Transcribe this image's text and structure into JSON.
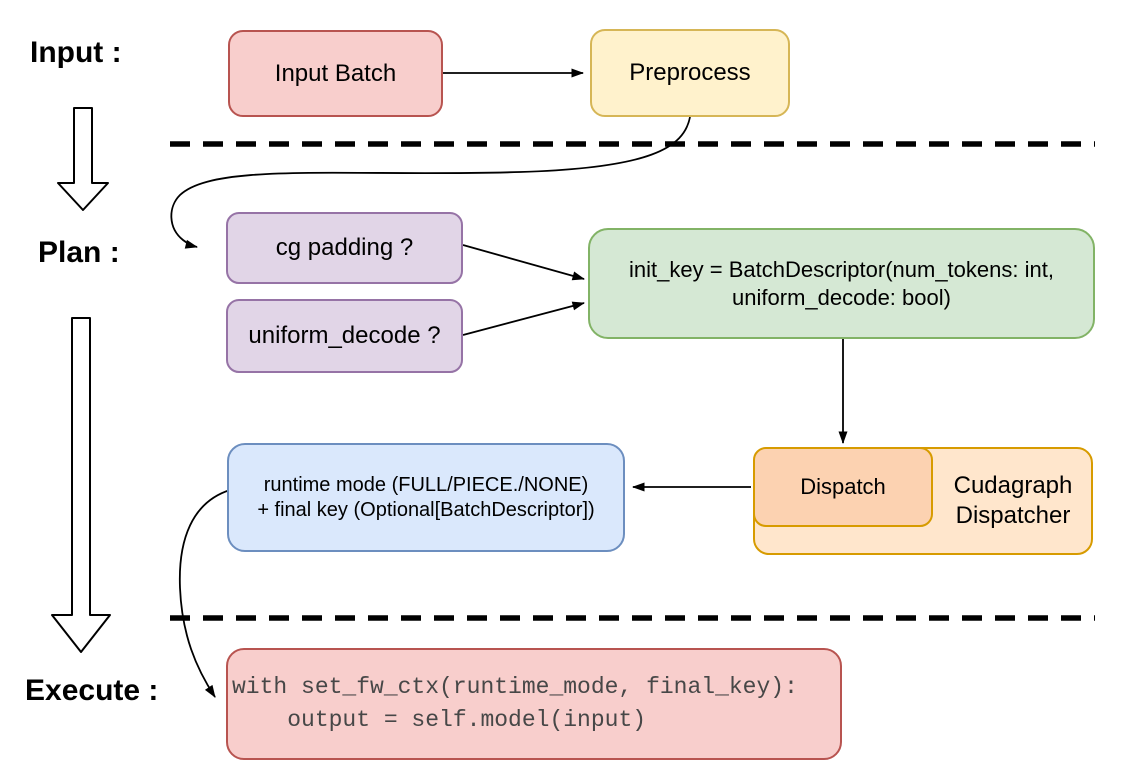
{
  "labels": {
    "input": "Input :",
    "plan": "Plan :",
    "execute": "Execute :"
  },
  "nodes": {
    "input_batch": {
      "label": "Input Batch",
      "fill": "#f8cecc",
      "stroke": "#b85450"
    },
    "preprocess": {
      "label": "Preprocess",
      "fill": "#fff2cc",
      "stroke": "#d6b656"
    },
    "cg_padding": {
      "label": "cg padding ?",
      "fill": "#e1d5e7",
      "stroke": "#9673a6"
    },
    "uniform_decode": {
      "label": "uniform_decode ?",
      "fill": "#e1d5e7",
      "stroke": "#9673a6"
    },
    "init_key": {
      "line1": "init_key = BatchDescriptor(num_tokens: int,",
      "line2": "uniform_decode: bool)",
      "fill": "#d5e8d4",
      "stroke": "#82b366"
    },
    "dispatch": {
      "label": "Dispatch",
      "fill": "#fcd2b1",
      "stroke": "#d79b00"
    },
    "cudagraph_dispatcher": {
      "line1": "Cudagraph",
      "line2": "Dispatcher",
      "fill": "#ffe6cc",
      "stroke": "#d79b00"
    },
    "runtime_mode_key": {
      "line1": "runtime mode (FULL/PIECE./NONE)",
      "line2": "+ final key (Optional[BatchDescriptor])",
      "fill": "#dae8fc",
      "stroke": "#6c8ebf"
    },
    "execute_code": {
      "line1": "with set_fw_ctx(runtime_mode, final_key):",
      "line2": "    output = self.model(input)",
      "fill": "#f8cecc",
      "stroke": "#b85450"
    }
  },
  "connections": [
    {
      "from": "input_batch",
      "to": "preprocess"
    },
    {
      "from": "preprocess",
      "to": "cg_padding"
    },
    {
      "from": "cg_padding",
      "to": "init_key"
    },
    {
      "from": "uniform_decode",
      "to": "init_key"
    },
    {
      "from": "init_key",
      "to": "dispatch"
    },
    {
      "from": "dispatch",
      "to": "runtime_mode_key"
    },
    {
      "from": "runtime_mode_key",
      "to": "execute_code"
    }
  ]
}
